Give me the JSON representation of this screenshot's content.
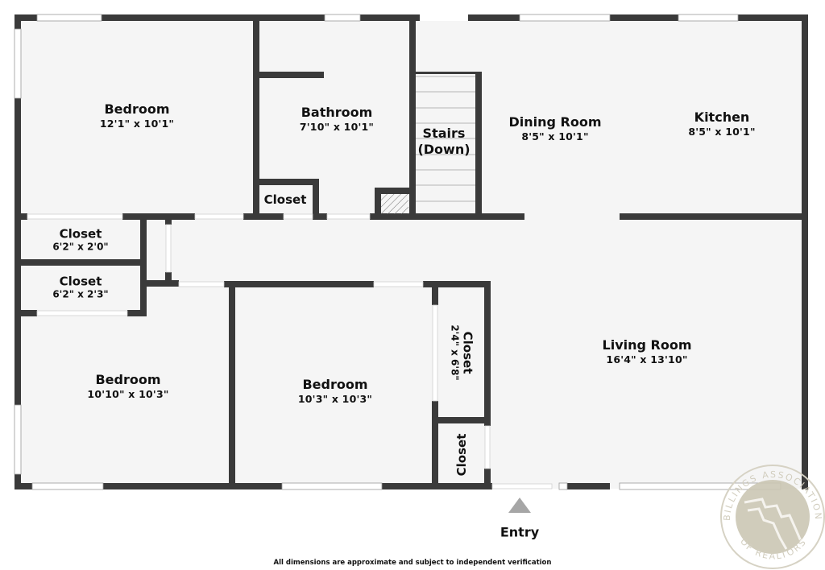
{
  "floor_plan": {
    "rooms": [
      {
        "id": "bedroom-1",
        "name": "Bedroom",
        "dimensions": "12'1\" x 10'1\""
      },
      {
        "id": "bathroom",
        "name": "Bathroom",
        "dimensions": "7'10\" x 10'1\""
      },
      {
        "id": "bath-closet",
        "name": "Closet",
        "dimensions": ""
      },
      {
        "id": "stairs",
        "name": "Stairs",
        "name_line2": "(Down)",
        "dimensions": ""
      },
      {
        "id": "dining-room",
        "name": "Dining Room",
        "dimensions": "8'5\" x 10'1\""
      },
      {
        "id": "kitchen",
        "name": "Kitchen",
        "dimensions": "8'5\" x 10'1\""
      },
      {
        "id": "closet-a",
        "name": "Closet",
        "dimensions": "6'2\" x 2'0\""
      },
      {
        "id": "closet-b",
        "name": "Closet",
        "dimensions": "6'2\" x 2'3\""
      },
      {
        "id": "bedroom-2",
        "name": "Bedroom",
        "dimensions": "10'10\" x 10'3\""
      },
      {
        "id": "bedroom-3",
        "name": "Bedroom",
        "dimensions": "10'3\" x 10'3\""
      },
      {
        "id": "closet-c",
        "name": "Closet",
        "dimensions": "2'4\" x 6'8\""
      },
      {
        "id": "closet-d",
        "name": "Closet",
        "dimensions": ""
      },
      {
        "id": "living-room",
        "name": "Living Room",
        "dimensions": "16'4\" x 13'10\""
      }
    ],
    "entry": {
      "label": "Entry",
      "marker": "triangle-up-icon"
    },
    "disclaimer": "All dimensions are approximate and subject to independent verification",
    "watermark": {
      "top_text": "BILLINGS ASSOCIATION",
      "bottom_text": "OF REALTORS"
    },
    "colors": {
      "wall": "#3a3a3a",
      "floor": "#f5f5f5",
      "window": "#ffffff",
      "entry_marker": "#a6a6a6",
      "watermark": "#cbc6b4"
    }
  }
}
